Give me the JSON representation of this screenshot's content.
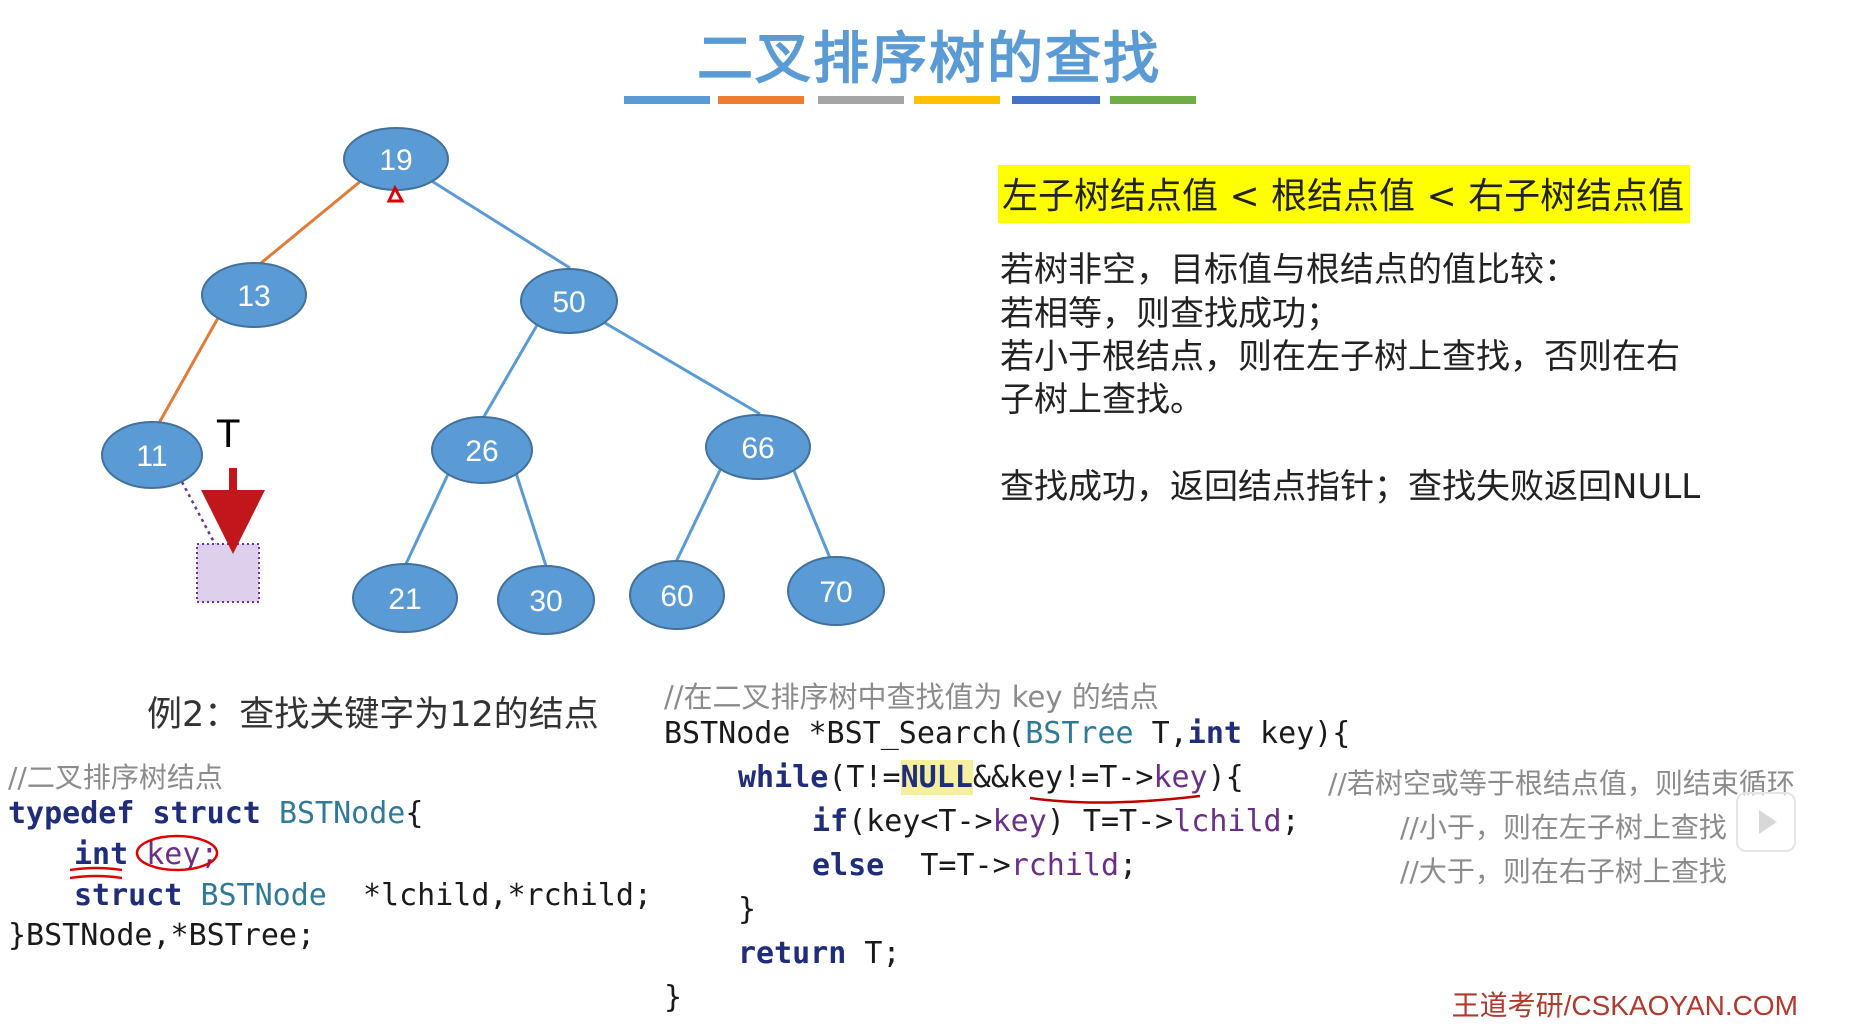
{
  "title": "二叉排序树的查找",
  "color_bars": [
    "#5b9bd5",
    "#ed7d31",
    "#a5a5a5",
    "#ffc000",
    "#4472c4",
    "#70ad47"
  ],
  "tree": {
    "nodes": [
      "19",
      "13",
      "50",
      "11",
      "26",
      "66",
      "21",
      "30",
      "60",
      "70"
    ],
    "pointer_label": "T"
  },
  "highlight": "左子树结点值 < 根结点值 < 右子树结点值",
  "description": [
    "若树非空，目标值与根结点的值比较：",
    "若相等，则查找成功；",
    "若小于根结点，则在左子树上查找，否则在右",
    "子树上查找。",
    "查找成功，返回结点指针；查找失败返回NULL"
  ],
  "example": "例2：查找关键字为12的结点",
  "struct_code": {
    "comment": "//二叉排序树结点",
    "l1_kw1": "typedef",
    "l1_kw2": "struct",
    "l1_type": "BSTNode",
    "l1_end": "{",
    "l2_kw": "int",
    "l2_rest": "key;",
    "l3_kw": "struct",
    "l3_type": "BSTNode",
    "l3_rest": "*lchild,*rchild;",
    "l4": "}BSTNode,*BSTree;"
  },
  "search_code": {
    "comment": "//在二叉排序树中查找值为 key 的结点",
    "l1_a": "BSTNode *BST_Search(",
    "l1_type": "BSTree",
    "l1_b": " T,",
    "l1_kw": "int",
    "l1_c": " key){",
    "l2_kw": "while",
    "l2_a": "(T!=",
    "l2_null": "NULL",
    "l2_b": "&&key!=T->",
    "l2_fld": "key",
    "l2_c": "){",
    "l2_cm": "//若树空或等于根结点值，则结束循环",
    "l3_kw": "if",
    "l3_a": "(key<T->",
    "l3_fld": "key",
    "l3_b": ") T=T->",
    "l3_fld2": "lchild",
    "l3_c": ";",
    "l3_cm": "//小于，则在左子树上查找",
    "l4_kw": "else",
    "l4_a": "  T=T->",
    "l4_fld": "rchild",
    "l4_b": ";",
    "l4_cm": "//大于，则在右子树上查找",
    "l5": "}",
    "l6_kw": "return",
    "l6_a": " T;",
    "l7": "}"
  },
  "watermark": "王道考研/CSKAOYAN.COM"
}
